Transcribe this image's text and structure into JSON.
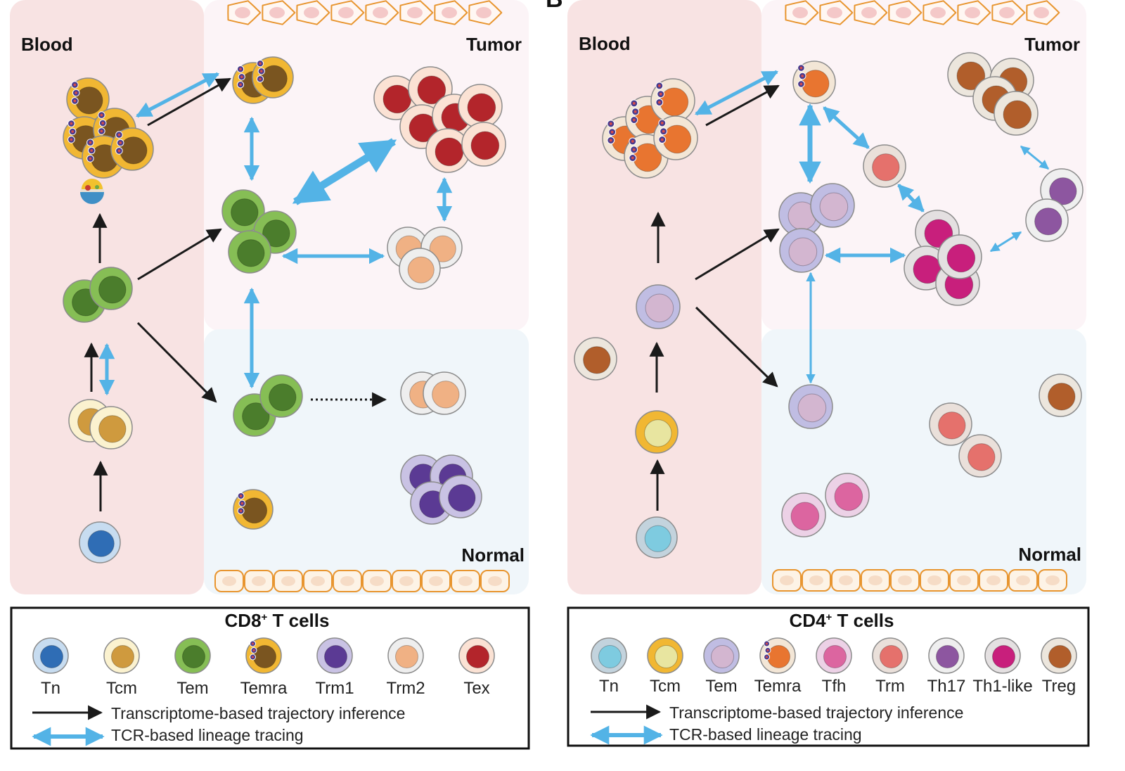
{
  "panel_b_letter": "B",
  "panels": [
    {
      "id": "cd8",
      "regions": {
        "blood": "Blood",
        "tumor": "Tumor",
        "normal": "Normal"
      },
      "legend_title_main": "CD8",
      "legend_title_sup": "+",
      "legend_title_rest": " T cells",
      "cell_types": [
        {
          "name": "Tn",
          "outer": "#c7dcf0",
          "inner": "#2f6db5"
        },
        {
          "name": "Tcm",
          "outer": "#fbf2cf",
          "inner": "#cf9a3e"
        },
        {
          "name": "Tem",
          "outer": "#86be55",
          "inner": "#4b7d2c"
        },
        {
          "name": "Temra",
          "outer": "#f1b733",
          "inner": "#7a5520"
        },
        {
          "name": "Trm1",
          "outer": "#c9c2e4",
          "inner": "#5b3a94"
        },
        {
          "name": "Trm2",
          "outer": "#eeeeee",
          "inner": "#f0b184"
        },
        {
          "name": "Tex",
          "outer": "#fbe2d4",
          "inner": "#b3252b"
        }
      ],
      "legend_arrows": [
        {
          "type": "black",
          "text": "Transcriptome-based trajectory inference"
        },
        {
          "type": "blue",
          "text": "TCR-based lineage tracing"
        }
      ]
    },
    {
      "id": "cd4",
      "regions": {
        "blood": "Blood",
        "tumor": "Tumor",
        "normal": "Normal"
      },
      "legend_title_main": "CD4",
      "legend_title_sup": "+",
      "legend_title_rest": " T cells",
      "cell_types": [
        {
          "name": "Tn",
          "outer": "#c3d3dd",
          "inner": "#7ecbe0"
        },
        {
          "name": "Tcm",
          "outer": "#f1b733",
          "inner": "#e8e5a0"
        },
        {
          "name": "Tem",
          "outer": "#c0bde3",
          "inner": "#d3b6d0"
        },
        {
          "name": "Temra",
          "outer": "#f3e6d6",
          "inner": "#e87530"
        },
        {
          "name": "Tfh",
          "outer": "#ecd1e6",
          "inner": "#dc65a0"
        },
        {
          "name": "Trm",
          "outer": "#eae0da",
          "inner": "#e5716c"
        },
        {
          "name": "Th17",
          "outer": "#efefef",
          "inner": "#8d56a0"
        },
        {
          "name": "Th1-like",
          "outer": "#e4e0e1",
          "inner": "#c81f7c"
        },
        {
          "name": "Treg",
          "outer": "#ece6dd",
          "inner": "#b15e2b"
        }
      ],
      "legend_arrows": [
        {
          "type": "black",
          "text": "Transcriptome-based trajectory inference"
        },
        {
          "type": "blue",
          "text": "TCR-based lineage tracing"
        }
      ]
    }
  ],
  "colors": {
    "blood_bg": "#f8e3e3",
    "tumor_bg": "#fcf4f7",
    "normal_bg": "#f0f6fa",
    "blue_arrow": "#53b3e6",
    "black_arrow": "#1a1a1a",
    "tissue_outline": "#e8952f",
    "tissue_nucleus": "#f4c8c8",
    "epithelium_fill": "#fdf3e6",
    "epithelium_nucleus": "#f6dcc6"
  }
}
